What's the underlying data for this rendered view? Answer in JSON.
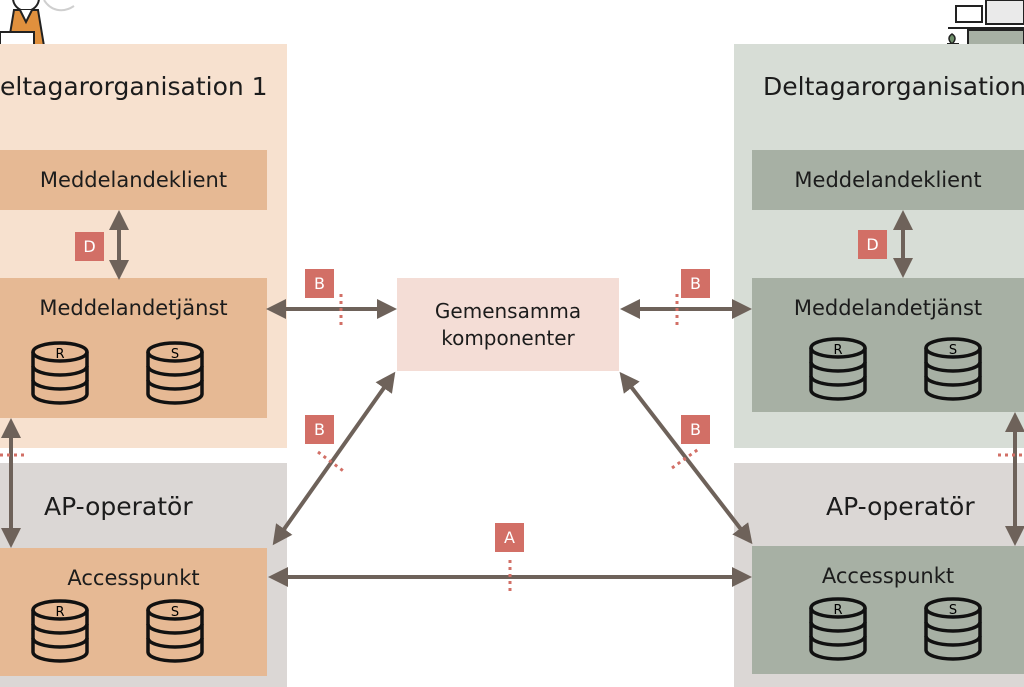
{
  "colors": {
    "org1_panel": "#f7e1cf",
    "org1_box": "#e6b994",
    "org2_panel": "#d7ddd6",
    "org2_box": "#a7b0a4",
    "ap_panel": "#dbd7d5",
    "common": "#f4ddd6",
    "arrow": "#6e625a",
    "badge": "#d26f66",
    "dotted": "#d26f66"
  },
  "org1": {
    "title": "eltagarorganisation 1",
    "client": "Meddelandeklient",
    "service": "Meddelandetjänst",
    "badge_d": "D",
    "db_r": "R",
    "db_s": "S"
  },
  "org2": {
    "title": "Deltagarorganisation",
    "client": "Meddelandeklient",
    "service": "Meddelandetjänst",
    "badge_d": "D",
    "db_r": "R",
    "db_s": "S"
  },
  "ap_left": {
    "title": "AP-operatör",
    "box": "Accesspunkt",
    "db_r": "R",
    "db_s": "S"
  },
  "ap_right": {
    "title": "AP-operatör",
    "box": "Accesspunkt",
    "db_r": "R",
    "db_s": "S"
  },
  "common": {
    "line1": "Gemensamma",
    "line2": "komponenter"
  },
  "badges": {
    "b_top_left": "B",
    "b_top_right": "B",
    "b_mid_left": "B",
    "b_mid_right": "B",
    "a": "A"
  }
}
